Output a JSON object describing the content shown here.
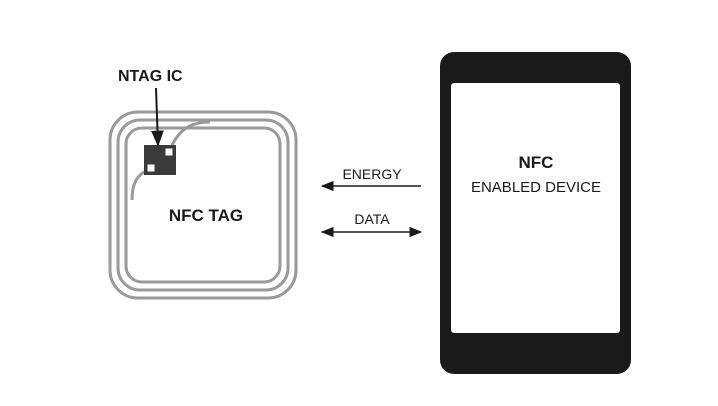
{
  "tag": {
    "chip_label": "NTAG IC",
    "label": "NFC TAG"
  },
  "arrows": {
    "energy_label": "ENERGY",
    "data_label": "DATA"
  },
  "device": {
    "title": "NFC",
    "subtitle": "ENABLED DEVICE"
  },
  "colors": {
    "ink": "#1a1a1a",
    "coil": "#9a9a9a",
    "chip": "#3a3a3a",
    "background": "#ffffff"
  }
}
